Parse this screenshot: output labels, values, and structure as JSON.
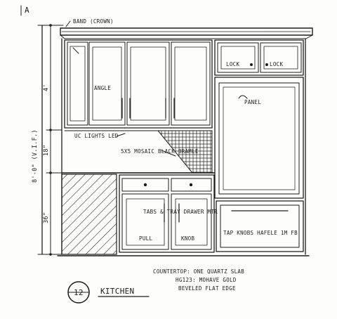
{
  "drawing": {
    "corner_mark": "A",
    "crown_label": "BAND (CROWN)",
    "cabinet_labels": {
      "left_door": "ANGLE",
      "upper_left_pull": "LOCK",
      "upper_right_pull": "LOCK",
      "fridge_panel": "PANEL",
      "light": "UC LIGHTS LED",
      "mosaic": "5X5 MOSAIC BLACK BRAMLE",
      "base_left_door": "TABS & TRAY DRAWER MTR",
      "base_left_small_left": "PULL",
      "base_left_small_right": "KNOB",
      "base_right": "TAP KNOBS HAFELE 1M FB"
    },
    "dimensions": {
      "overall": "8'-0\" (V.I.F.)",
      "upper": "4'",
      "backsplash": "18\"",
      "base": "36\""
    },
    "notes": {
      "line1": "COUNTERTOP: ONE QUARTZ SLAB",
      "line2": "HG123: MOHAVE GOLD",
      "line3": "BEVELED FLAT EDGE"
    },
    "view_number": "12",
    "view_title": "KITCHEN"
  }
}
